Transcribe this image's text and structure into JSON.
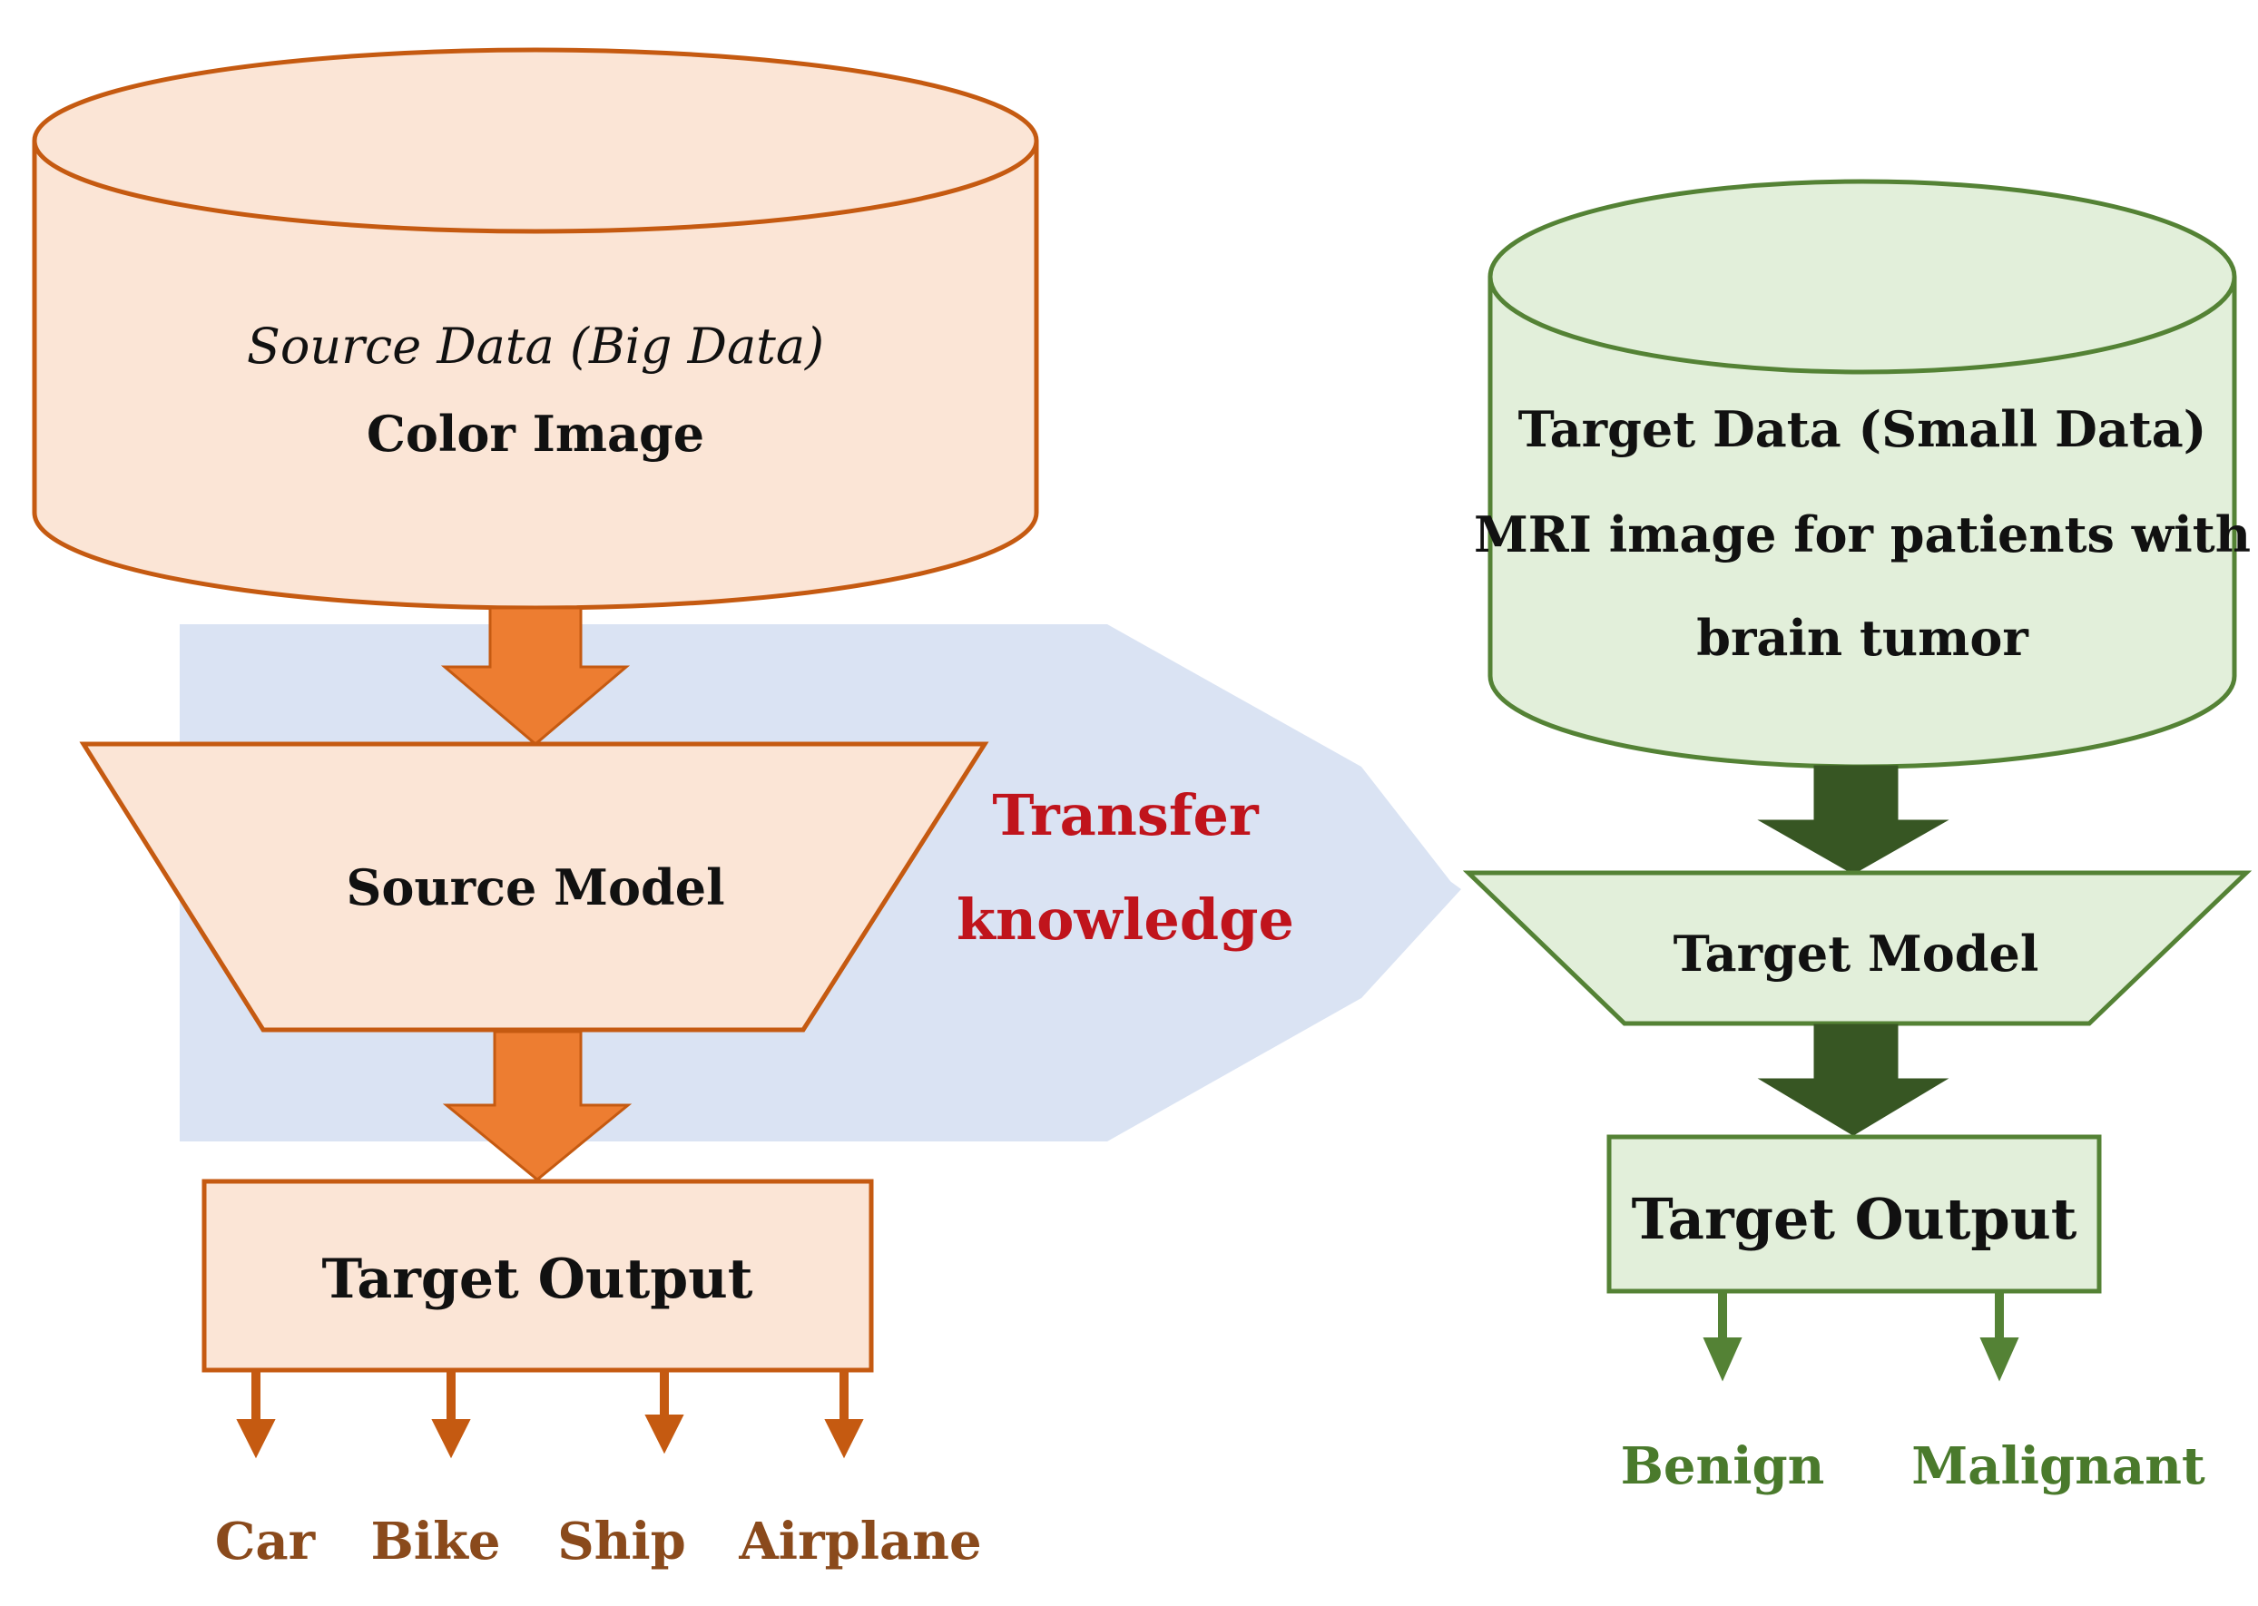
{
  "source": {
    "data_title": "Source Data (Big Data)",
    "data_subtitle": "Color Image",
    "model": "Source Model",
    "output": "Target Output",
    "classes": [
      "Car",
      "Bike",
      "Ship",
      "Airplane"
    ]
  },
  "transfer": {
    "line1": "Transfer",
    "line2": "knowledge"
  },
  "target": {
    "data_line1": "Target Data (Small Data)",
    "data_line2": "MRI image for patients with",
    "data_line3": "brain tumor",
    "model": "Target Model",
    "output": "Target Output",
    "classes": [
      "Benign",
      "Malignant"
    ]
  },
  "colors": {
    "source_fill": "#fbe5d6",
    "source_stroke": "#c55a11",
    "source_arrow": "#ed7d31",
    "target_fill": "#e2efda",
    "target_stroke": "#548235",
    "target_arrow": "#375623",
    "transfer_band": "#dae3f3",
    "transfer_text": "#c0141c"
  }
}
